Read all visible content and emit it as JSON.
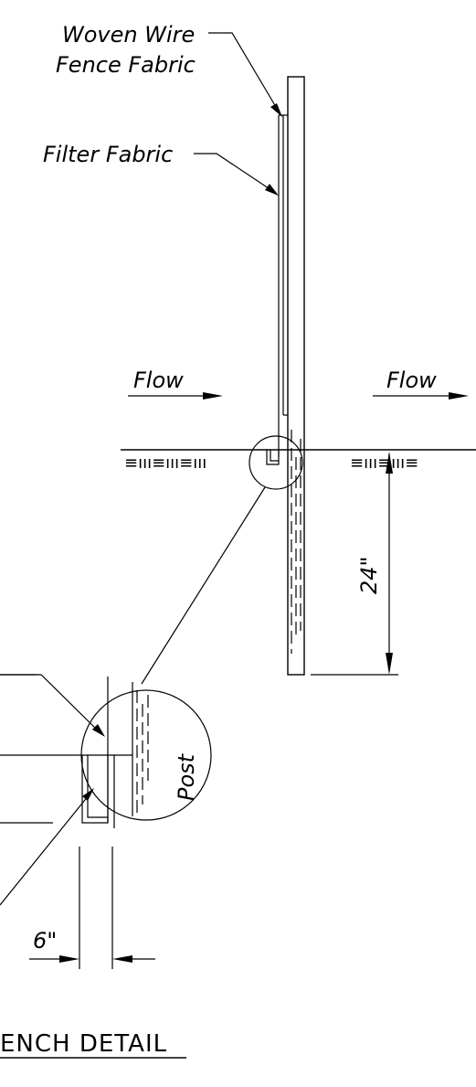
{
  "labels": {
    "woven_wire_line1": "Woven Wire",
    "woven_wire_line2": "Fence Fabric",
    "filter_fabric": "Filter Fabric",
    "flow_left": "Flow",
    "flow_right": "Flow",
    "depth_24": "24\"",
    "width_6": "6\"",
    "post": "Post",
    "title": "ENCH DETAIL",
    "soil_hatch_left": "≡ııı≡ııı≡ııı",
    "soil_hatch_right": "≡ııı≡ııı≡"
  }
}
